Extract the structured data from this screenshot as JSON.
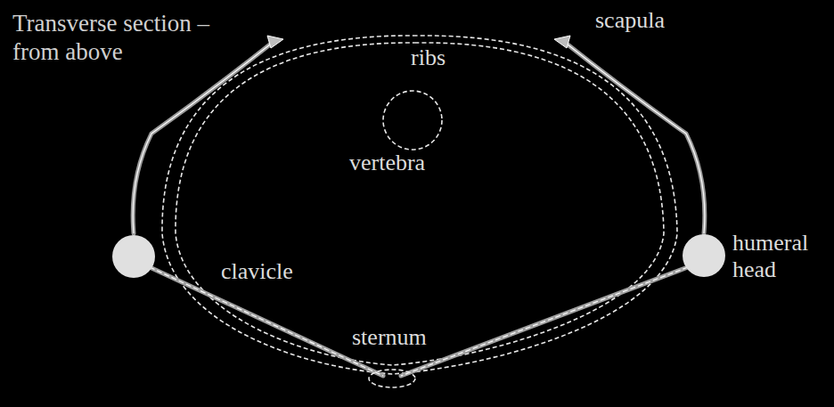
{
  "diagram": {
    "title": "Transverse section – from above",
    "labels": [
      "ribs",
      "scapula",
      "vertebra",
      "humeral head",
      "clavicle",
      "sternum"
    ]
  }
}
